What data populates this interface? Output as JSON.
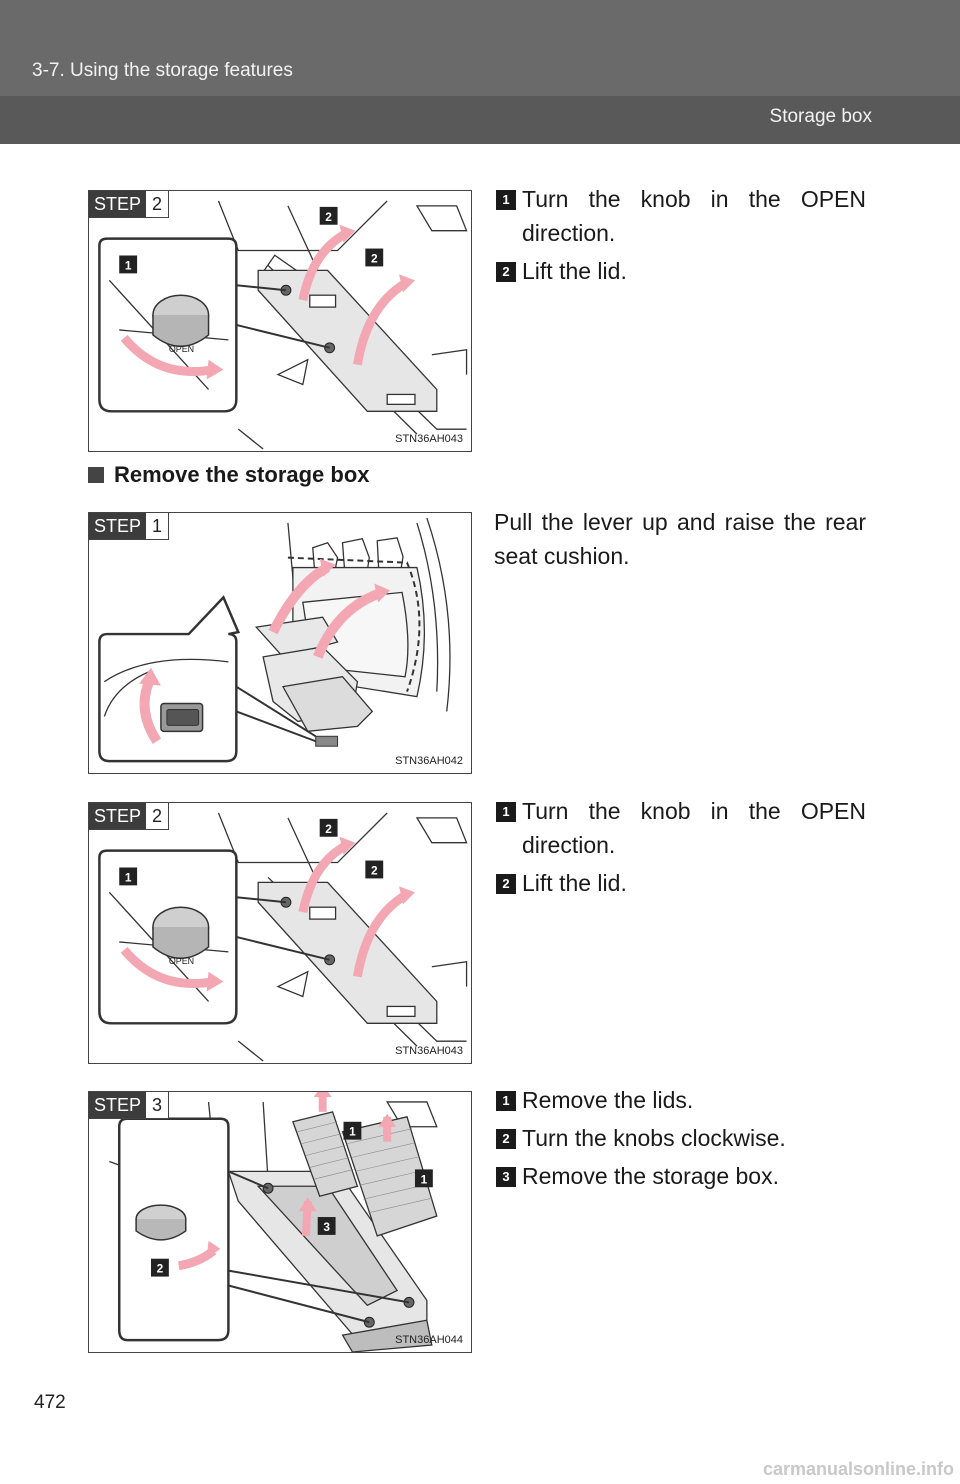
{
  "header": {
    "section": "3-7. Using the storage features",
    "topic": "Storage box"
  },
  "blocks": [
    {
      "step_word": "STEP",
      "step_num": "2",
      "figure_code": "STN36AH043",
      "figure_labels": [
        "1",
        "2",
        "2"
      ],
      "knob_text": "OPEN",
      "items": [
        {
          "marker": "1",
          "text": "Turn the knob in the OPEN direction."
        },
        {
          "marker": "2",
          "text": "Lift the lid."
        }
      ]
    },
    {
      "step_word": "STEP",
      "step_num": "1",
      "figure_code": "STN36AH042",
      "text": "Pull the lever up and raise the rear seat cushion."
    },
    {
      "step_word": "STEP",
      "step_num": "2",
      "figure_code": "STN36AH043",
      "figure_labels": [
        "1",
        "2",
        "2"
      ],
      "knob_text": "OPEN",
      "items": [
        {
          "marker": "1",
          "text": "Turn the knob in the OPEN direction."
        },
        {
          "marker": "2",
          "text": "Lift the lid."
        }
      ]
    },
    {
      "step_word": "STEP",
      "step_num": "3",
      "figure_code": "STN36AH044",
      "figure_labels": [
        "1",
        "1",
        "3",
        "2"
      ],
      "items": [
        {
          "marker": "1",
          "text": "Remove the lids."
        },
        {
          "marker": "2",
          "text": "Turn the knobs clockwise."
        },
        {
          "marker": "3",
          "text": "Remove the storage box."
        }
      ]
    }
  ],
  "section_title": "Remove the storage box",
  "page_number": "472",
  "footer_watermark": "carmanualsonline.info"
}
